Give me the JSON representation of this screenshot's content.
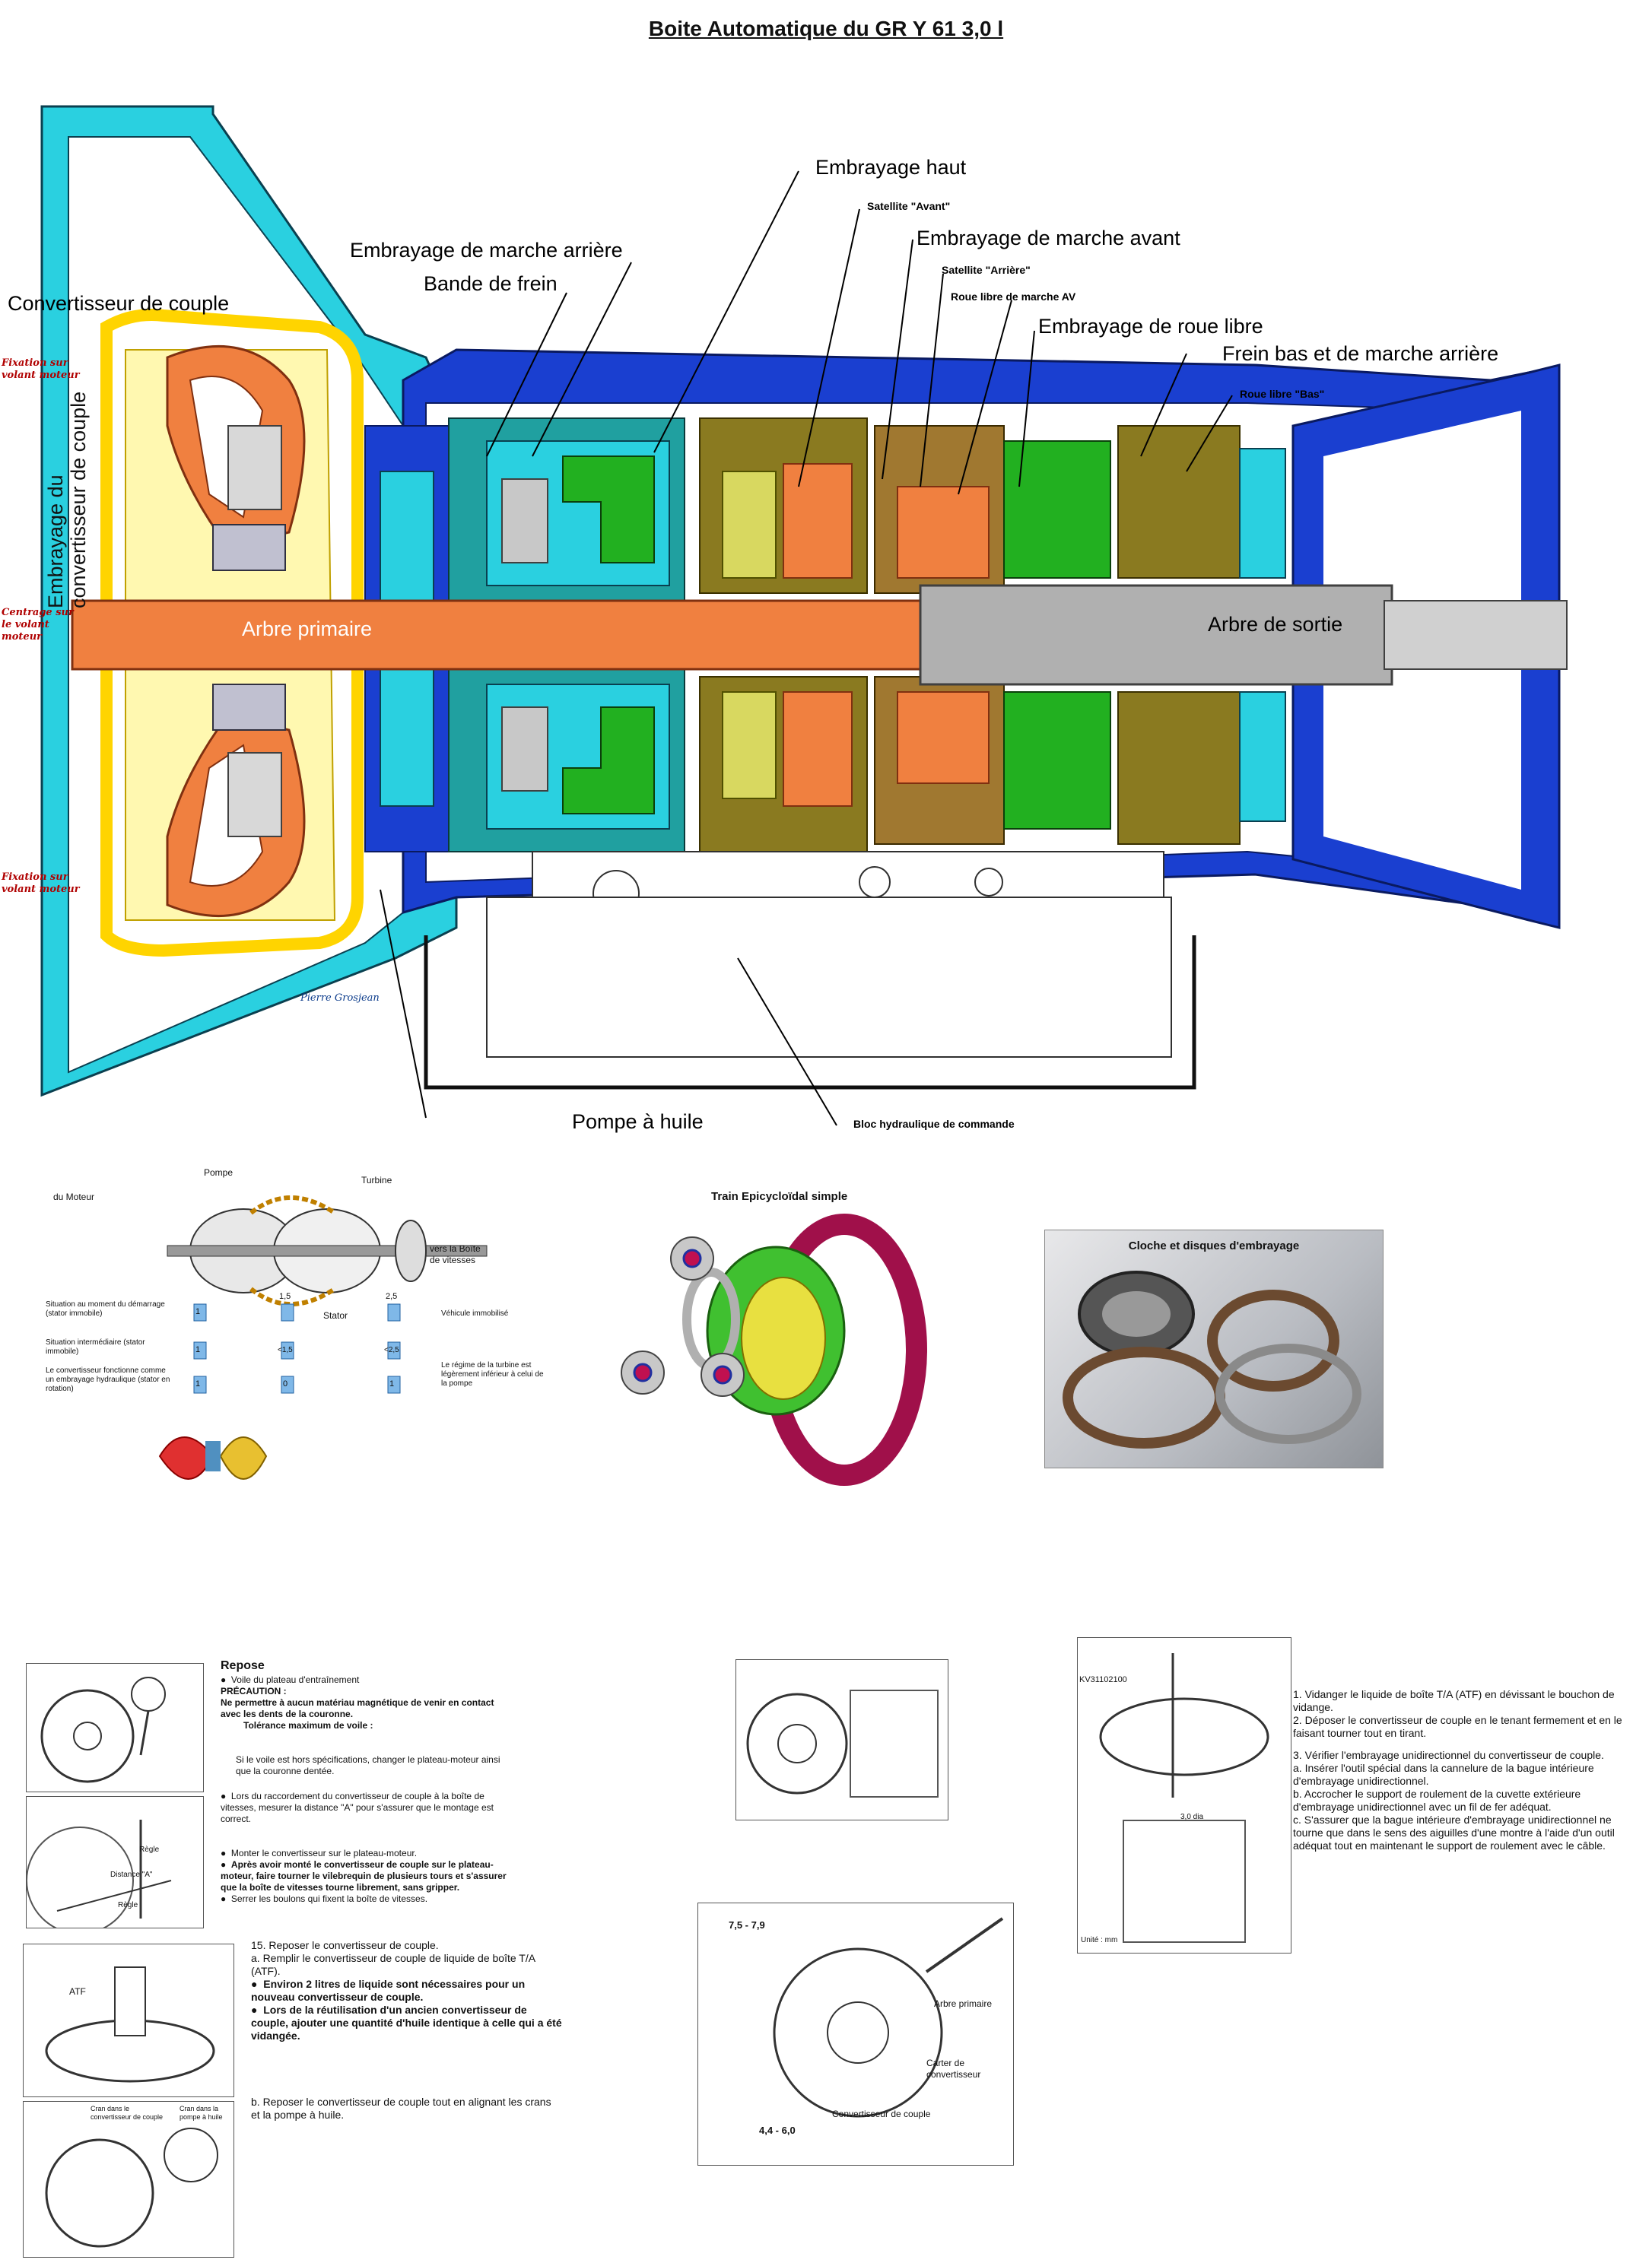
{
  "title": "Boite  Automatique du GR Y 61 3,0 l",
  "main_diagram": {
    "labels": {
      "embrayage_haut": "Embrayage haut",
      "satellite_avant": "Satellite  \"Avant\"",
      "embrayage_marche_avant": "Embrayage de marche avant",
      "satellite_arriere": "Satellite \"Arrière\"",
      "roue_libre_av": "Roue libre de marche AV",
      "embrayage_roue_libre": "Embrayage de roue libre",
      "frein_bas": "Frein bas et de marche arrière",
      "roue_libre_bas": "Roue libre \"Bas\"",
      "embrayage_marche_arriere": "Embrayage de marche arrière",
      "bande_frein": "Bande de frein",
      "convertisseur": "Convertisseur de couple",
      "embrayage_convertisseur_line1": "Embrayage du",
      "embrayage_convertisseur_line2": "convertisseur de couple",
      "arbre_primaire": "Arbre primaire",
      "arbre_sortie": "Arbre de sortie",
      "pompe_huile": "Pompe à huile",
      "bloc_hydraulique": "Bloc hydraulique de commande",
      "signature": "Pierre Grosjean",
      "fixation_top_1": "Fixation sur",
      "fixation_top_2": "volant moteur",
      "centrage_1": "Centrage sur",
      "centrage_2": "le volant",
      "centrage_3": "moteur",
      "fixation_bot_1": "Fixation sur",
      "fixation_bot_2": "volant moteur"
    }
  },
  "converter_diagram": {
    "pompe": "Pompe",
    "turbine": "Turbine",
    "du_moteur": "du Moteur",
    "vers_boite_1": "vers la Boîte",
    "vers_boite_2": "de vitesses",
    "stator": "Stator",
    "row1": "Situation au moment du démarrage (stator immobile)",
    "row2": "Situation intermédiaire (stator immobile)",
    "row3": "Le convertisseur fonctionne comme un embrayage hydraulique (stator en rotation)",
    "vehicule": "Véhicule immobilisé",
    "regime": "Le régime de la turbine est légèrement inférieur à celui de la pompe",
    "v1": "1",
    "v2": "1",
    "v3": "1",
    "m1": "1,5",
    "m2": "<1,5",
    "m3": "0",
    "r1": "2,5",
    "r2": "<2,5",
    "r3": "1"
  },
  "epicyclic": {
    "title": "Train  Epicycloïdal simple"
  },
  "clutch_photo": {
    "title": "Cloche  et  disques d'embrayage"
  },
  "repose": {
    "title": "Repose",
    "b1": "Voile du plateau d'entraînement",
    "precaution": "PRÉCAUTION :",
    "warn": "Ne permettre à aucun matériau magnétique de venir en contact avec les dents de la couronne.",
    "tolerance": "Tolérance maximum de voile :",
    "hors_spec": "Si le voile est hors spécifications, changer le plateau-moteur ainsi que la couronne dentée.",
    "b2": "Lors du raccordement du convertisseur de couple à la boîte de vitesses, mesurer la distance \"A\" pour s'assurer que le montage est correct.",
    "b3": "Monter le convertisseur sur le plateau-moteur.",
    "b4": "Après avoir monté le convertisseur de couple sur le plateau-moteur, faire tourner le vilebrequin de plusieurs tours et s'assurer que la boîte de vitesses tourne librement, sans gripper.",
    "b5": "Serrer les boulons qui fixent la boîte de vitesses.",
    "regle": "Règle",
    "distance": "Distance \"A\"",
    "regle2": "Règle"
  },
  "step15": {
    "head": "15. Reposer le convertisseur de couple.",
    "a": "a.   Remplir le convertisseur de couple de liquide de boîte T/A (ATF).",
    "bul1": "Environ 2 litres de liquide sont nécessaires pour un nouveau convertisseur de couple.",
    "bul2": "Lors de la réutilisation d'un ancien convertisseur de couple, ajouter une quantité d'huile identique à celle qui a été vidangée.",
    "b": "b.   Reposer le convertisseur de couple tout en alignant les crans et la pompe à huile.",
    "atf": "ATF",
    "cran1": "Cran dans le convertisseur de couple",
    "cran2": "Cran dans la pompe à huile"
  },
  "torque": {
    "t1": "7,5 - 7,9",
    "t2": "4,4 - 6,0",
    "arbre": "Arbre primaire",
    "carter": "Carter de convertisseur",
    "conv": "Convertisseur de couple"
  },
  "right_text": {
    "tool": "KV31102100",
    "dia": "3,0 dia",
    "unite": "Unité : mm",
    "s1": "1.   Vidanger le liquide de boîte T/A (ATF) en dévissant le bouchon de vidange.",
    "s2": "2.   Déposer le convertisseur de couple en le tenant fermement et en le faisant tourner tout en tirant.",
    "s3": "3.   Vérifier l'embrayage unidirectionnel du convertisseur de couple.",
    "sa": "a.   Insérer l'outil spécial dans la cannelure de la bague intérieure d'embrayage unidirectionnel.",
    "sb": "b.   Accrocher le support de roulement de la cuvette extérieure d'embrayage unidirectionnel avec un fil de fer adéquat.",
    "sc": "c.   S'assurer que la bague intérieure d'embrayage unidirectionnel ne tourne que dans le sens des aiguilles d'une montre à l'aide d'un outil adéquat tout en maintenant le support de roulement avec le câble."
  },
  "colors": {
    "shaft": "#f08040",
    "output": "#b0b0b0",
    "housing_cyan": "#2ad0e0",
    "housing_blue": "#1a3fd0",
    "oil": "#ffd400",
    "green": "#22b020",
    "olive": "#8a7a20",
    "teal": "#20a0a0",
    "redlbl": "#b00000"
  }
}
